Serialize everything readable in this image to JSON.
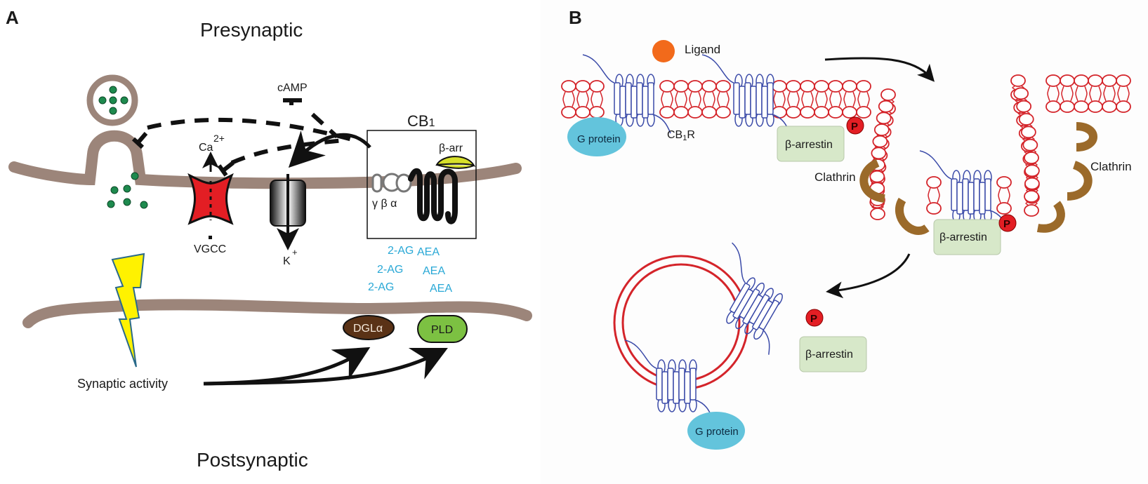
{
  "panel_a": {
    "label": "A",
    "title_top": "Presynaptic",
    "title_bottom": "Postsynaptic",
    "camp": "cAMP",
    "ca": "Ca",
    "ca_sup": "2+",
    "vgcc": "VGCC",
    "k": "K",
    "k_sup": "+",
    "cb1": "CB",
    "cb1_sub": "1",
    "beta_arr": "β-arr",
    "gbg": "γ β α",
    "ligands_2ag": [
      "2-AG",
      "2-AG",
      "2-AG"
    ],
    "ligands_aea": [
      "AEA",
      "AEA",
      "AEA"
    ],
    "dgla": "DGLα",
    "pld": "PLD",
    "synaptic_activity": "Synaptic activity",
    "colors": {
      "membrane": "#9c857a",
      "vesicle_dot": "#1e8a4e",
      "vgcc": "#e31e24",
      "beta_arr": "#d7e02a",
      "ligand_text": "#29a8d6",
      "dgla": "#5a3216",
      "pld": "#7cc142",
      "lightning": "#fff200"
    }
  },
  "panel_b": {
    "label": "B",
    "ligand": "Ligand",
    "cb1r": "CB",
    "cb1r_sub": "1",
    "cb1r_suffix": "R",
    "g_protein": "G protein",
    "beta_arrestin": "β-arrestin",
    "phospho": "P",
    "clathrin": "Clathrin",
    "colors": {
      "lipid": "#d4242a",
      "receptor": "#3a4aa8",
      "ligand": "#f26a1b",
      "g_protein": "#63c4dc",
      "beta_arrestin": "#d7e8c9",
      "phospho": "#e31e24",
      "clathrin": "#9b6a2a"
    }
  }
}
